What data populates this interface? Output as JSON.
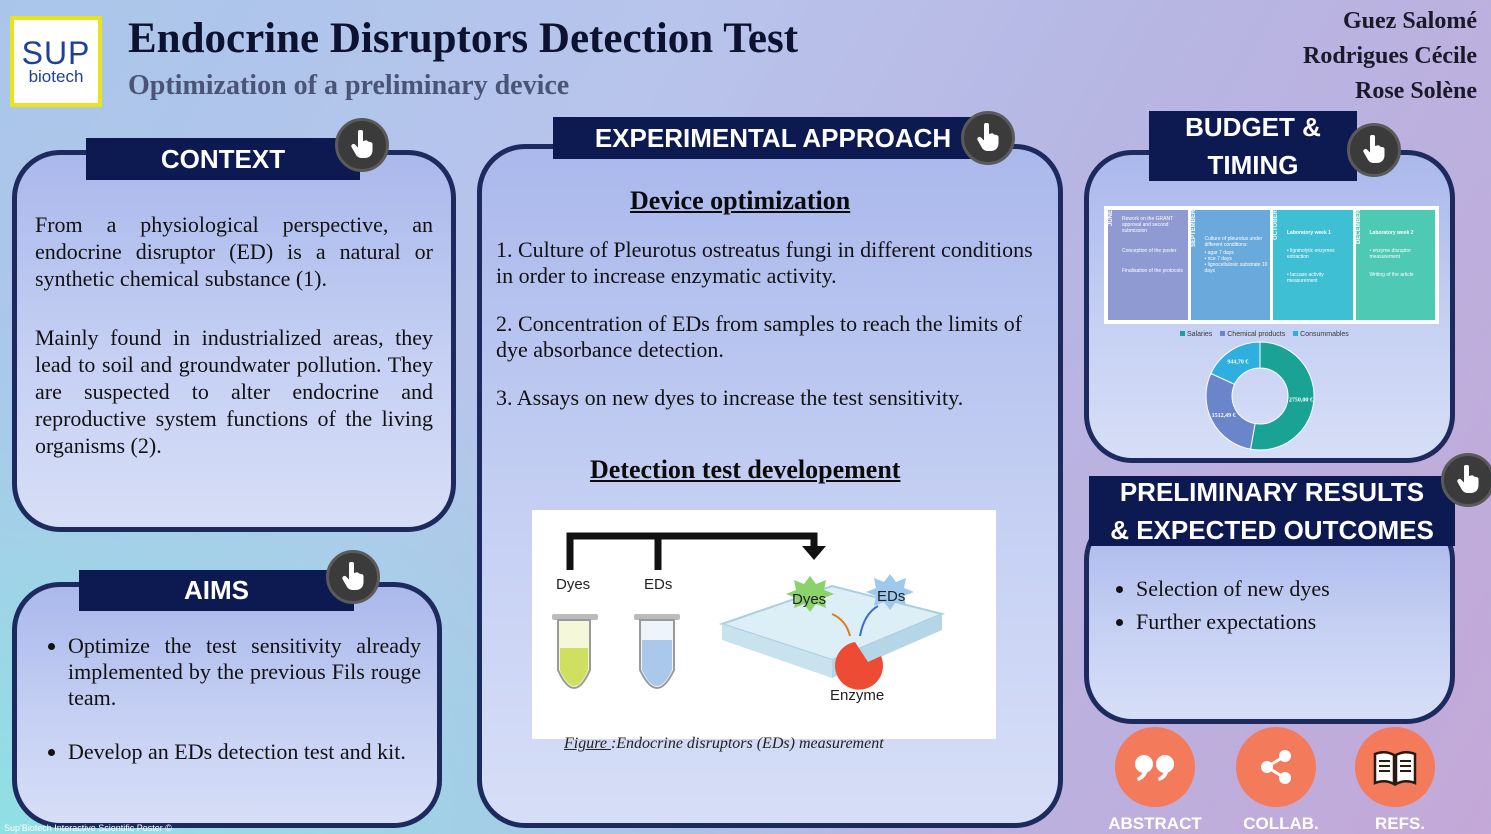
{
  "header": {
    "logo_top": "SUP",
    "logo_bottom": "biotech",
    "title": "Endocrine Disruptors Detection Test",
    "subtitle": "Optimization of a preliminary device",
    "authors": [
      "Guez Salomé",
      "Rodrigues Cécile",
      "Rose Solène"
    ]
  },
  "context": {
    "title": "CONTEXT",
    "p1": "From a physiological perspective, an endocrine disruptor (ED) is a natural or synthetic chemical substance (1).",
    "p2": "Mainly found in industrialized areas, they lead to soil and groundwater pollution. They are suspected to alter endocrine and reproductive system functions of the living organisms (2)."
  },
  "aims": {
    "title": "AIMS",
    "items": [
      "Optimize the test sensitivity already implemented by the previous Fils rouge team.",
      "Develop an EDs detection test and kit."
    ]
  },
  "experimental": {
    "title": "EXPERIMENTAL APPROACH",
    "heading1": "Device optimization",
    "steps": [
      "1. Culture of Pleurotus ostreatus fungi in different conditions in order to increase enzymatic activity.",
      "2. Concentration of EDs from samples to reach the limits of dye absorbance detection.",
      "3. Assays on new dyes to increase the test sensitivity."
    ],
    "heading2": "Detection test developement ",
    "figure": {
      "label_dyes": "Dyes",
      "label_eds": "EDs",
      "label_dyes_star": "Dyes",
      "label_eds_star": "EDs",
      "label_enzyme": "Enzyme",
      "caption_prefix": "Figure ",
      "caption_text": " :Endocrine disruptors (EDs) measurement"
    }
  },
  "budget": {
    "title_line1": "BUDGET &",
    "title_line2": "TIMING",
    "timeline": [
      {
        "month": "JUNE",
        "lines": [
          "Rework on the GRANT approval and second submission",
          "Conception of the poster",
          "Finalisation of the protocols"
        ]
      },
      {
        "month": "SEPTEMBER",
        "lines": [
          "Culture of pleurotus under different conditions:",
          "• agar 7 days",
          "• rice 7 days",
          "• lignocellulosic substrate 10 days"
        ]
      },
      {
        "month": "OCTOBER",
        "lines": [
          "Laboratory week 1",
          "• ligninolytic enzymes extraction",
          "• laccase activity measurement"
        ]
      },
      {
        "month": "DECEMBER",
        "lines": [
          "Laboratory week 2",
          "• enzyme disruptor measurement",
          "Writing of the article"
        ]
      }
    ],
    "legend": [
      "Salaries",
      "Chemical products",
      "Consummables"
    ]
  },
  "chart_data": {
    "type": "pie",
    "categories": [
      "Salaries",
      "Chemical products",
      "Consummables"
    ],
    "values": [
      2750.0,
      1512.49,
      944.7
    ],
    "labels": [
      "2750,00 €",
      "1512,49 €",
      "944,70 €"
    ],
    "title": "",
    "colors": [
      "#1aa395",
      "#6a85c9",
      "#2faee0"
    ]
  },
  "results": {
    "title_line1": "PRELIMINARY RESULTS",
    "title_line2": "&  EXPECTED OUTCOMES",
    "items": [
      "Selection of new dyes",
      "Further expectations"
    ]
  },
  "nav": {
    "abstract": "ABSTRACT",
    "collab": "COLLAB.",
    "refs": "REFS."
  },
  "footer": "Sup'Biotech Interactive Scientific Poster ©",
  "icons": {
    "tap": "hand-pointer-icon",
    "quote": "quote-icon",
    "share": "share-icon",
    "book": "book-icon"
  },
  "colors": {
    "tag_bg": "#0d1a52",
    "panel_border": "#1c2a5e",
    "nav_button": "#f37a5a"
  }
}
